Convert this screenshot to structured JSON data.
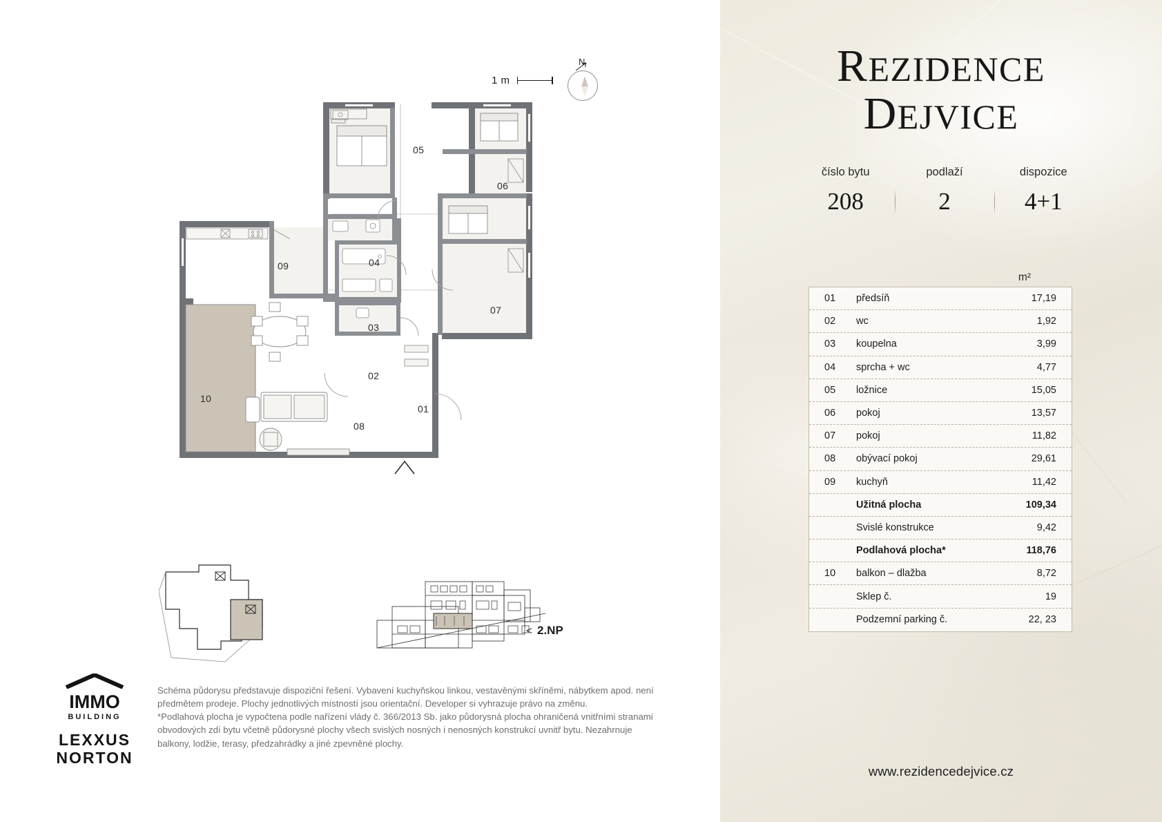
{
  "plan": {
    "scale_label": "1 m",
    "compass_label": "N",
    "floor_marker": "2.NP",
    "floor_marker_arrow": "<",
    "room_numbers": [
      "01",
      "02",
      "03",
      "04",
      "05",
      "06",
      "07",
      "08",
      "09",
      "10"
    ]
  },
  "logos": {
    "immo_name": "IMMO",
    "immo_sub": "BUILDING",
    "lexxus_line1": "LEXXUS",
    "lexxus_line2": "NORTON"
  },
  "disclaimer": {
    "line1": "Schéma půdorysu představuje dispoziční řešení. Vybavení kuchyňskou linkou, vestavěnými skříněmi, nábytkem apod. není",
    "line2": "předmětem prodeje. Plochy jednotlivých místností jsou orientační. Developer si vyhrazuje právo na změnu.",
    "line3": "*Podlahová plocha je vypočtena podle nařízení vlády č. 366/2013 Sb. jako půdorysná plocha ohraničená vnitřními stranami",
    "line4": "obvodových zdí bytu včetně půdorysné plochy všech svislých nosných i nenosných konstrukcí uvnitř bytu. Nezahrnuje",
    "line5": "balkony, lodžie, terasy, předzahrádky a jiné zpevněné plochy."
  },
  "panel": {
    "brand_line1_first": "R",
    "brand_line1_rest": "EZIDENCE",
    "brand_line2_first": "D",
    "brand_line2_rest": "EJVICE",
    "meta": [
      {
        "label": "číslo bytu",
        "value": "208"
      },
      {
        "label": "podlaží",
        "value": "2"
      },
      {
        "label": "dispozice",
        "value": "4+1"
      }
    ],
    "unit_header": "m²",
    "rows": [
      {
        "idx": "01",
        "name": "předsíň",
        "value": "17,19",
        "bold": false
      },
      {
        "idx": "02",
        "name": "wc",
        "value": "1,92",
        "bold": false
      },
      {
        "idx": "03",
        "name": "koupelna",
        "value": "3,99",
        "bold": false
      },
      {
        "idx": "04",
        "name": "sprcha + wc",
        "value": "4,77",
        "bold": false
      },
      {
        "idx": "05",
        "name": "ložnice",
        "value": "15,05",
        "bold": false
      },
      {
        "idx": "06",
        "name": "pokoj",
        "value": "13,57",
        "bold": false
      },
      {
        "idx": "07",
        "name": "pokoj",
        "value": "11,82",
        "bold": false
      },
      {
        "idx": "08",
        "name": "obývací pokoj",
        "value": "29,61",
        "bold": false
      },
      {
        "idx": "09",
        "name": "kuchyň",
        "value": "11,42",
        "bold": false
      },
      {
        "idx": "",
        "name": "Užitná plocha",
        "value": "109,34",
        "bold": true
      },
      {
        "idx": "",
        "name": "Svislé konstrukce",
        "value": "9,42",
        "bold": false
      },
      {
        "idx": "",
        "name": "Podlahová plocha*",
        "value": "118,76",
        "bold": true
      },
      {
        "idx": "10",
        "name": "balkon – dlažba",
        "value": "8,72",
        "bold": false
      },
      {
        "idx": "",
        "name": "Sklep č.",
        "value": "19",
        "bold": false
      },
      {
        "idx": "",
        "name": "Podzemní parking č.",
        "value": "22, 23",
        "bold": false
      }
    ],
    "website": "www.rezidencedejvice.cz"
  }
}
